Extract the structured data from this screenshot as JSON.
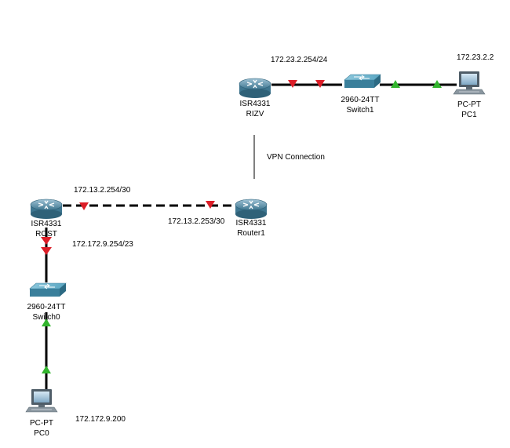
{
  "devices": {
    "rizv": {
      "model": "ISR4331",
      "name": "RIZV",
      "interface_ip": "172.23.2.254/24"
    },
    "switch1": {
      "model": "2960-24TT",
      "name": "Switch1"
    },
    "pc1": {
      "model": "PC-PT",
      "name": "PC1",
      "ip": "172.23.2.2"
    },
    "rost": {
      "model": "ISR4331",
      "name": "ROST",
      "wan_ip": "172.13.2.254/30",
      "lan_ip": "172.172.9.254/23"
    },
    "router1": {
      "model": "ISR4331",
      "name": "Router1",
      "wan_ip": "172.13.2.253/30"
    },
    "switch0": {
      "model": "2960-24TT",
      "name": "Switch0"
    },
    "pc0": {
      "model": "PC-PT",
      "name": "PC0",
      "ip": "172.172.9.200"
    }
  },
  "vpn_label": "VPN Connection",
  "colors": {
    "link_down": "#dc1e28",
    "link_up": "#32b42d",
    "router": "#5a8aa3",
    "switch": "#4e94ad",
    "pc": "#6f7e8a"
  }
}
